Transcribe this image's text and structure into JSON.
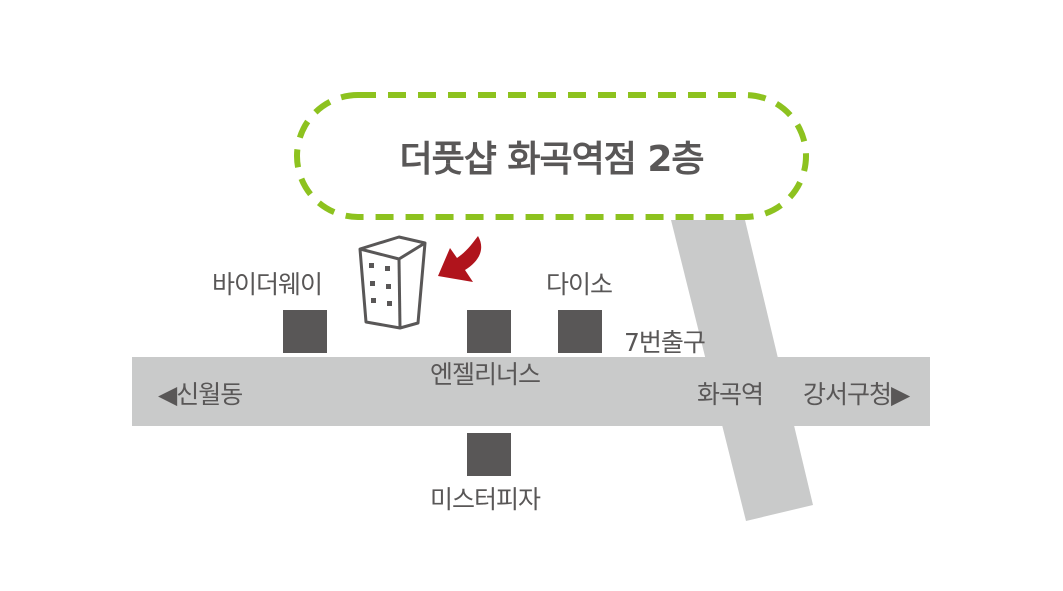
{
  "title": "더풋샵 화곡역점 2층",
  "colors": {
    "accent_green": "#8dc21f",
    "arrow_red": "#b0141c",
    "road": "#c9caca",
    "building": "#595757",
    "text": "#595757"
  },
  "labels": {
    "bydaway": "바이더웨이",
    "daiso": "다이소",
    "exit7": "7번출구",
    "angelinus": "엔젤리너스",
    "misterpizza": "미스터피자",
    "hwagok_station": "화곡역",
    "sinwol": "신월동",
    "gangseo": "강서구청"
  },
  "icons": {
    "left": "◀",
    "right": "▶"
  }
}
